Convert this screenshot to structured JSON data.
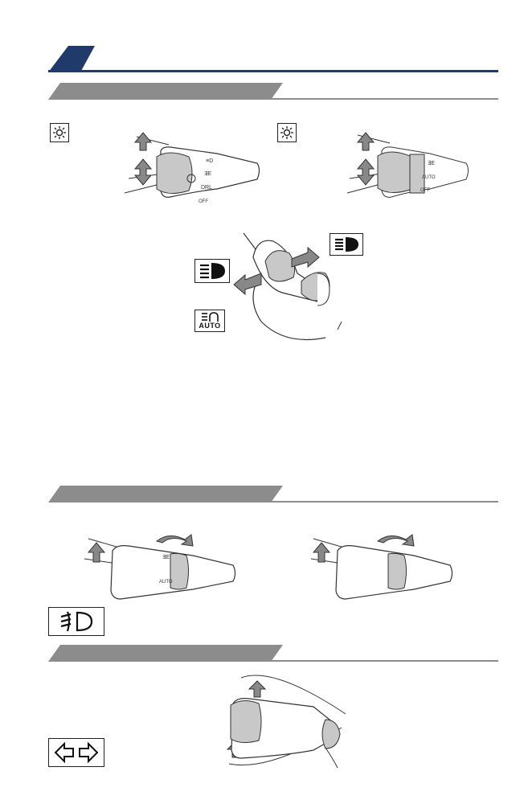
{
  "colors": {
    "accent": "#1f3a6b",
    "section_gray": "#8c8c8c",
    "shade": "#c8c8c8",
    "stroke": "#333333"
  },
  "icons": {
    "headlight_switch_1": "headlight-switch-icon",
    "headlight_switch_2": "headlight-switch-icon",
    "high_beam_1": "high-beam-icon",
    "high_beam_2": "high-beam-icon",
    "auto_high_beam": "auto-high-beam-icon",
    "front_fog": "front-fog-icon",
    "turn_signal": "turn-signal-icon"
  },
  "labels": {
    "auto": "AUTO"
  },
  "switch_marks": {
    "hi": "≡D",
    "park": "∃E",
    "drl": "DRL",
    "auto": "AUTO",
    "off": "OFF"
  }
}
